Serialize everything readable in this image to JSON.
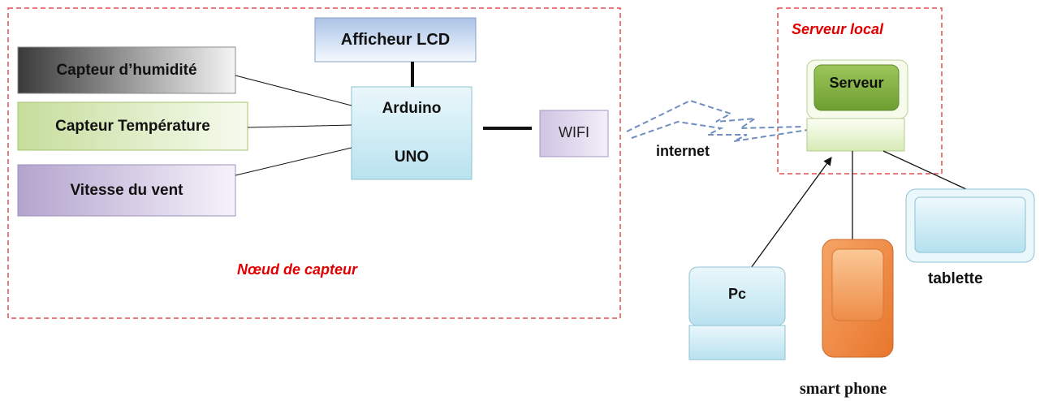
{
  "sensor_node": {
    "label": "Nœud de capteur",
    "sensors": [
      {
        "label": "Capteur  d’humidité"
      },
      {
        "label": "Capteur Température"
      },
      {
        "label": "Vitesse du vent"
      }
    ],
    "lcd": {
      "label": "Afficheur LCD"
    },
    "arduino": {
      "line1": "Arduino",
      "line2": "UNO"
    },
    "wifi": {
      "label": "WIFI"
    }
  },
  "network": {
    "label": "internet"
  },
  "server_area": {
    "label": "Serveur local",
    "server": {
      "label": "Serveur"
    }
  },
  "clients": {
    "pc": {
      "label": "Pc"
    },
    "smartphone": {
      "label": "smart phone"
    },
    "tablet": {
      "label": "tablette"
    }
  },
  "colors": {
    "frame_dashed": "#e05050",
    "red_label": "#e00000",
    "server_green": "#7faf3d"
  }
}
